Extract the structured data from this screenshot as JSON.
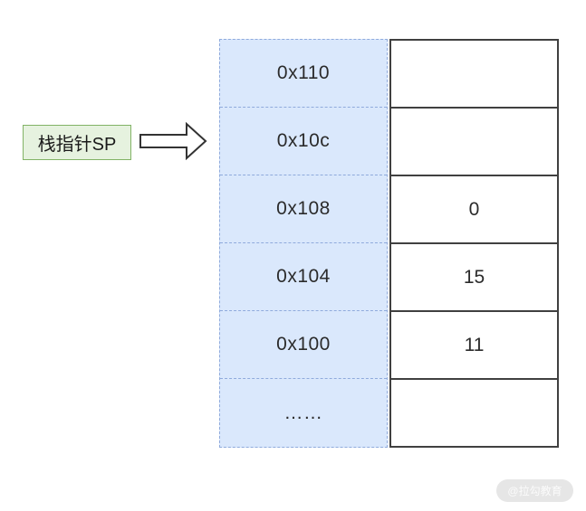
{
  "diagram": {
    "pointer_label": "栈指针SP",
    "rows": [
      {
        "address": "0x110",
        "value": ""
      },
      {
        "address": "0x10c",
        "value": ""
      },
      {
        "address": "0x108",
        "value": "0"
      },
      {
        "address": "0x104",
        "value": "15"
      },
      {
        "address": "0x100",
        "value": "11"
      },
      {
        "address": "……",
        "value": ""
      }
    ],
    "colors": {
      "address_fill": "#dae8fc",
      "address_border": "#8faadc",
      "value_border": "#404040",
      "label_fill": "#e6f2df",
      "label_border": "#82b366",
      "watermark_bg": "#e6e6e6"
    },
    "watermark": "@拉勾教育"
  }
}
